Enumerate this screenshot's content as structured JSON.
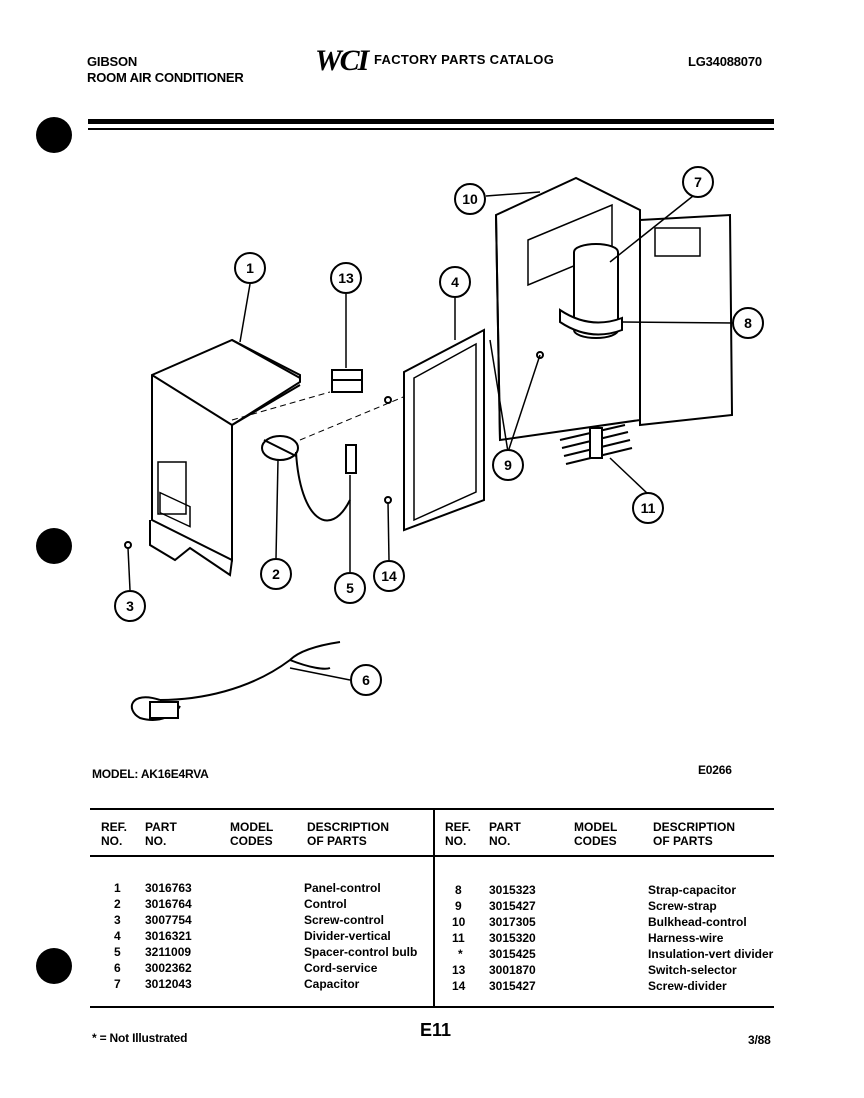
{
  "header": {
    "brand": "GIBSON",
    "product": "ROOM AIR CONDITIONER",
    "logo": "WCI",
    "catalog_title": "FACTORY PARTS CATALOG",
    "doc_code": "LG34088070"
  },
  "diagram": {
    "callouts": [
      "1",
      "2",
      "3",
      "4",
      "5",
      "6",
      "7",
      "8",
      "9",
      "10",
      "11",
      "13",
      "14"
    ]
  },
  "model": {
    "label": "MODEL: AK16E4RVA",
    "drawing_code": "E0266"
  },
  "table": {
    "headers": {
      "ref": [
        "REF.",
        "NO."
      ],
      "part": [
        "PART",
        "NO."
      ],
      "model": [
        "MODEL",
        "CODES"
      ],
      "desc": [
        "DESCRIPTION",
        "OF PARTS"
      ]
    },
    "left_rows": [
      {
        "ref": "1",
        "part": "3016763",
        "codes": "",
        "desc": "Panel-control"
      },
      {
        "ref": "2",
        "part": "3016764",
        "codes": "",
        "desc": "Control"
      },
      {
        "ref": "3",
        "part": "3007754",
        "codes": "",
        "desc": "Screw-control"
      },
      {
        "ref": "4",
        "part": "3016321",
        "codes": "",
        "desc": "Divider-vertical"
      },
      {
        "ref": "5",
        "part": "3211009",
        "codes": "",
        "desc": "Spacer-control bulb"
      },
      {
        "ref": "6",
        "part": "3002362",
        "codes": "",
        "desc": "Cord-service"
      },
      {
        "ref": "7",
        "part": "3012043",
        "codes": "",
        "desc": "Capacitor"
      }
    ],
    "right_rows": [
      {
        "ref": "8",
        "part": "3015323",
        "codes": "",
        "desc": "Strap-capacitor"
      },
      {
        "ref": "9",
        "part": "3015427",
        "codes": "",
        "desc": "Screw-strap"
      },
      {
        "ref": "10",
        "part": "3017305",
        "codes": "",
        "desc": "Bulkhead-control"
      },
      {
        "ref": "11",
        "part": "3015320",
        "codes": "",
        "desc": "Harness-wire"
      },
      {
        "ref": "*",
        "part": "3015425",
        "codes": "",
        "desc": "Insulation-vert divider"
      },
      {
        "ref": "13",
        "part": "3001870",
        "codes": "",
        "desc": "Switch-selector"
      },
      {
        "ref": "14",
        "part": "3015427",
        "codes": "",
        "desc": "Screw-divider"
      }
    ]
  },
  "footer": {
    "note": "* = Not Illustrated",
    "page": "E11",
    "date": "3/88"
  }
}
